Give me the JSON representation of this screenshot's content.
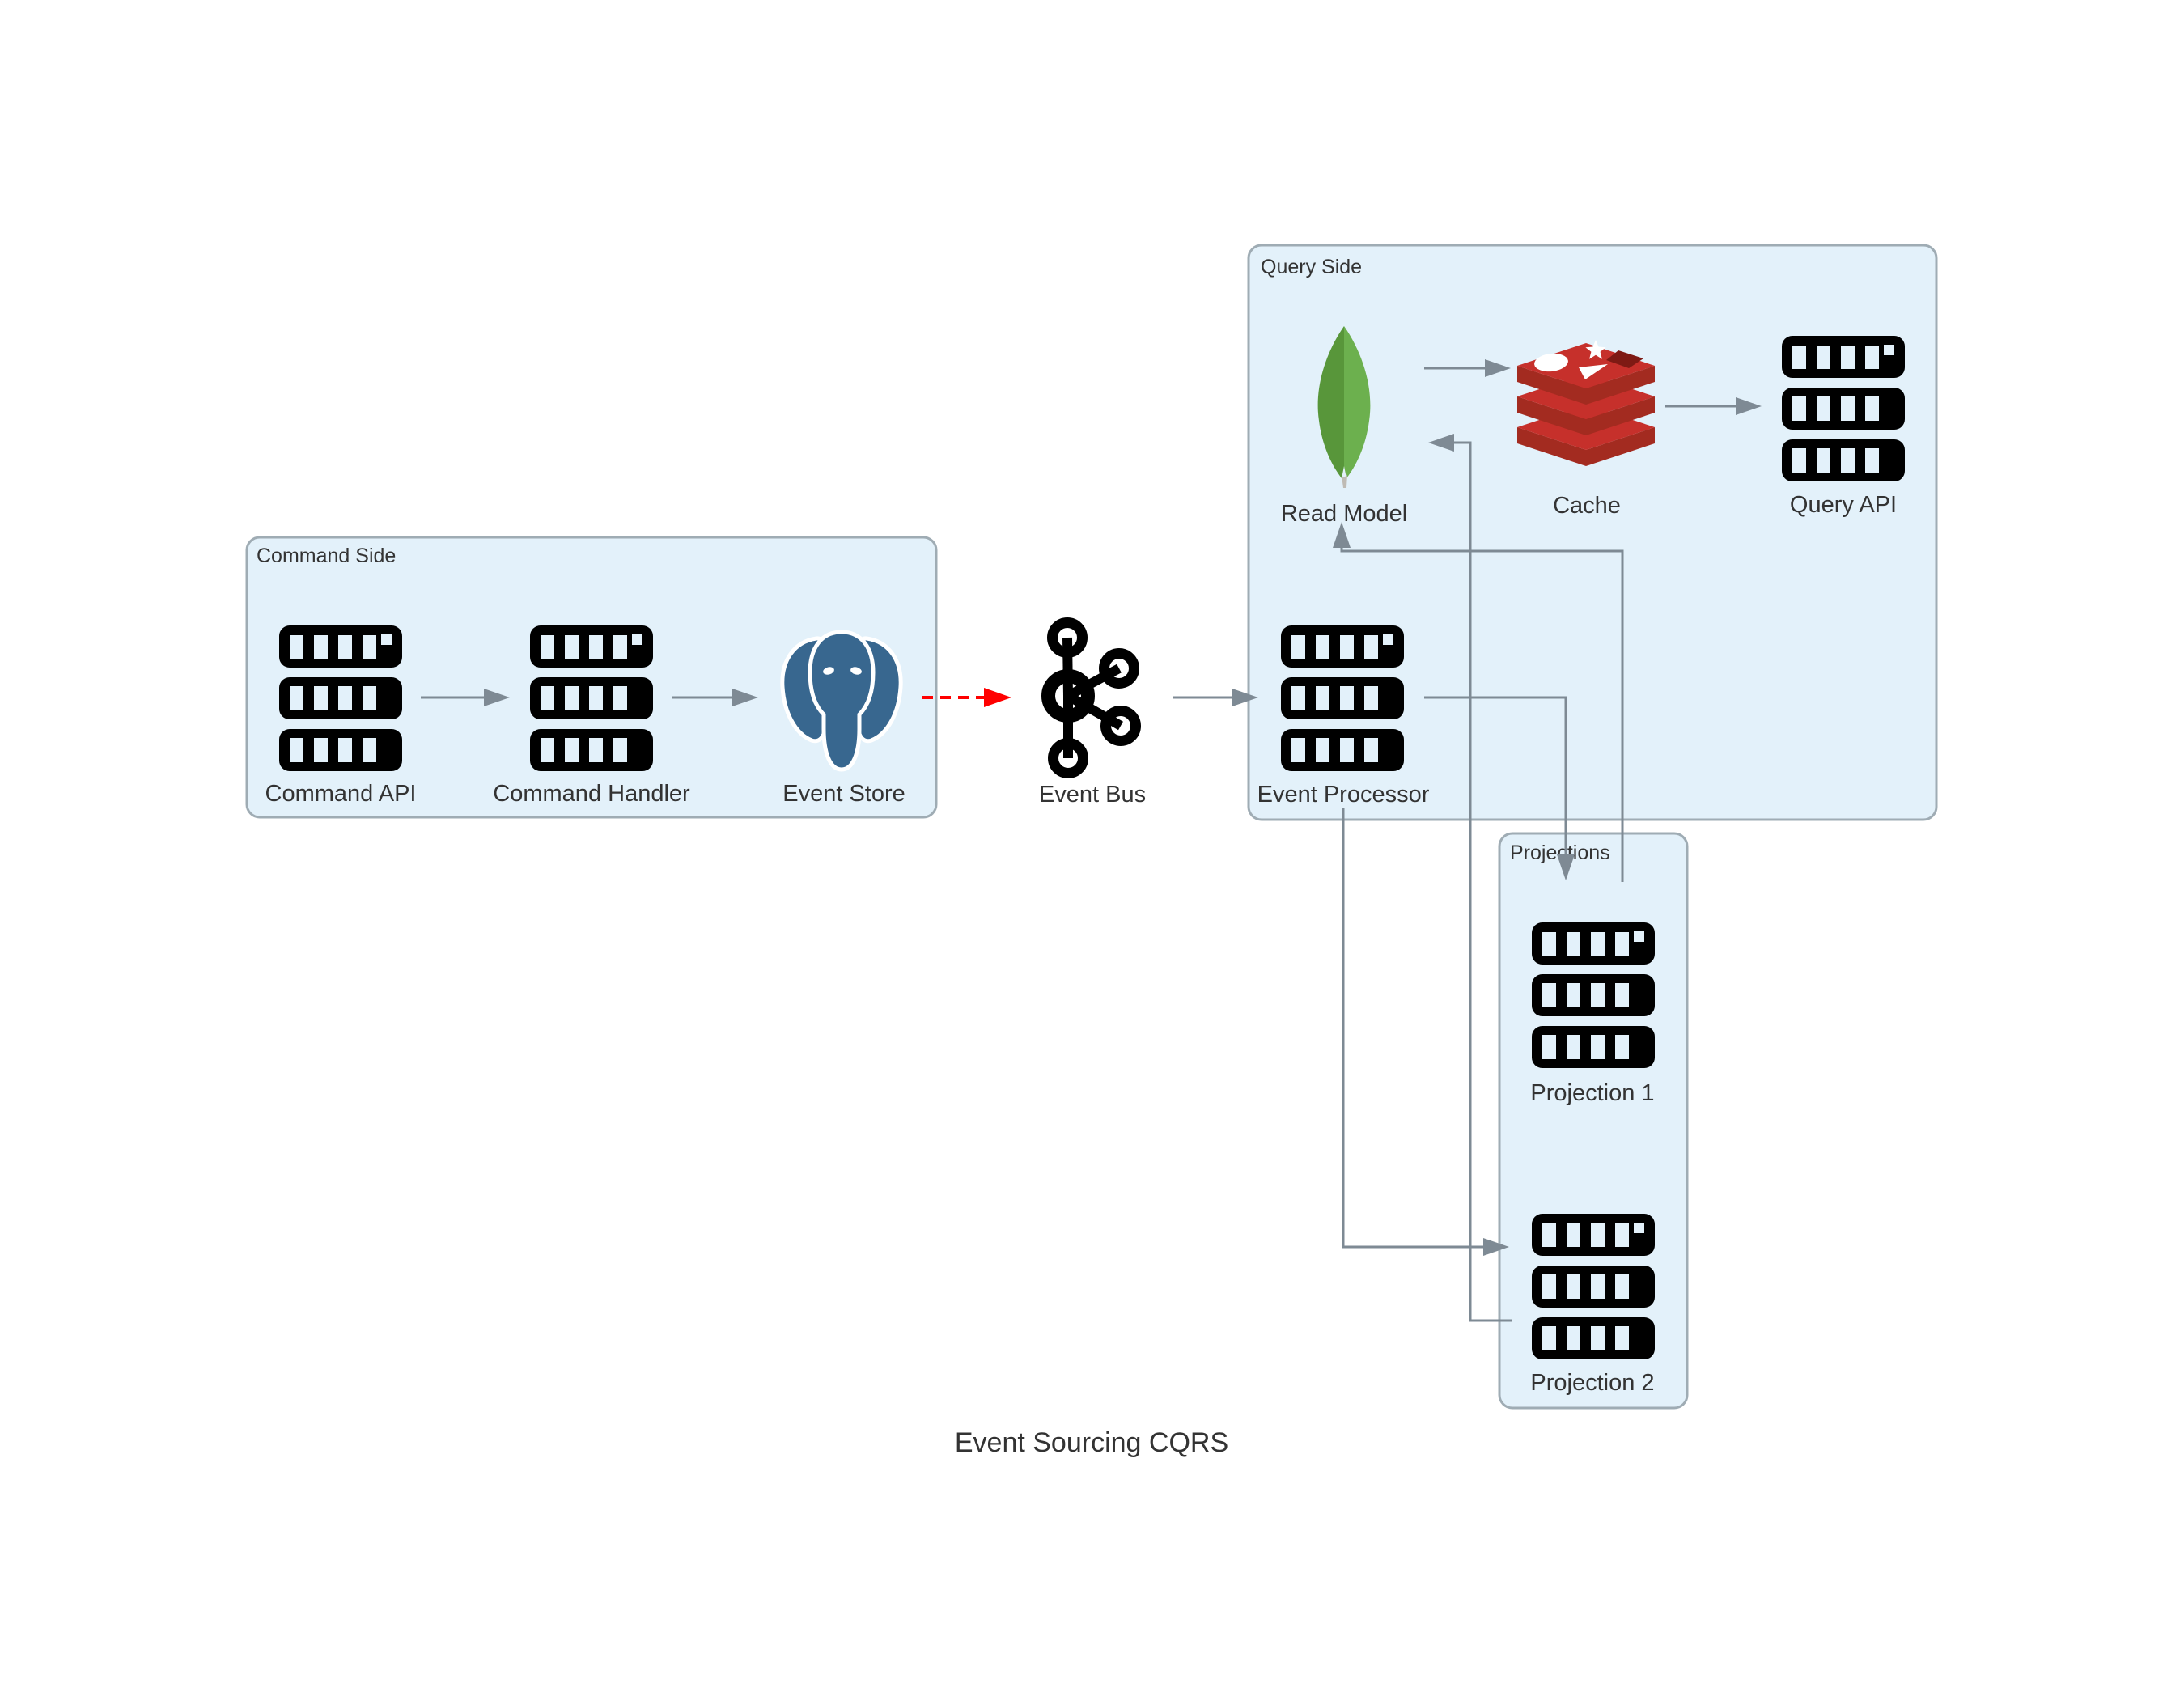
{
  "diagram": {
    "title": "Event Sourcing CQRS",
    "groups": {
      "command_side": {
        "label": "Command Side"
      },
      "query_side": {
        "label": "Query Side"
      },
      "projections": {
        "label": "Projections"
      }
    },
    "nodes": {
      "command_api": {
        "label": "Command API",
        "icon": "server-icon"
      },
      "command_handler": {
        "label": "Command Handler",
        "icon": "server-icon"
      },
      "event_store": {
        "label": "Event Store",
        "icon": "postgresql-icon"
      },
      "event_bus": {
        "label": "Event Bus",
        "icon": "kafka-icon"
      },
      "event_processor": {
        "label": "Event Processor",
        "icon": "server-icon"
      },
      "read_model": {
        "label": "Read Model",
        "icon": "mongodb-leaf-icon"
      },
      "cache": {
        "label": "Cache",
        "icon": "redis-icon"
      },
      "query_api": {
        "label": "Query API",
        "icon": "server-icon"
      },
      "projection_1": {
        "label": "Projection 1",
        "icon": "server-icon"
      },
      "projection_2": {
        "label": "Projection 2",
        "icon": "server-icon"
      }
    },
    "edges": [
      {
        "from": "Command API",
        "to": "Command Handler",
        "style": "solid-gray"
      },
      {
        "from": "Command Handler",
        "to": "Event Store",
        "style": "solid-gray"
      },
      {
        "from": "Event Store",
        "to": "Event Bus",
        "style": "dashed-red"
      },
      {
        "from": "Event Bus",
        "to": "Event Processor",
        "style": "solid-gray"
      },
      {
        "from": "Event Processor",
        "to": "Projection 1",
        "style": "solid-gray"
      },
      {
        "from": "Event Processor",
        "to": "Projection 2",
        "style": "solid-gray"
      },
      {
        "from": "Projection 1",
        "to": "Read Model",
        "style": "solid-gray"
      },
      {
        "from": "Projection 2",
        "to": "Read Model",
        "style": "solid-gray"
      },
      {
        "from": "Read Model",
        "to": "Cache",
        "style": "solid-gray"
      },
      {
        "from": "Cache",
        "to": "Query API",
        "style": "solid-gray"
      }
    ],
    "colors": {
      "canvas": "#ffffff",
      "group_fill": "#e3f1fa",
      "group_border": "#9facb4",
      "connector": "#7e8a94",
      "event_arrow_red": "#ff0000",
      "icon_black": "#000000",
      "postgres_blue": "#38678f",
      "mongo_green_light": "#6cb04e",
      "mongo_green_dark": "#58963a",
      "mongo_stem": "#bfbbb4",
      "redis_red": "#c6302b",
      "redis_red_dark": "#a32b20",
      "text": "#333333"
    }
  }
}
